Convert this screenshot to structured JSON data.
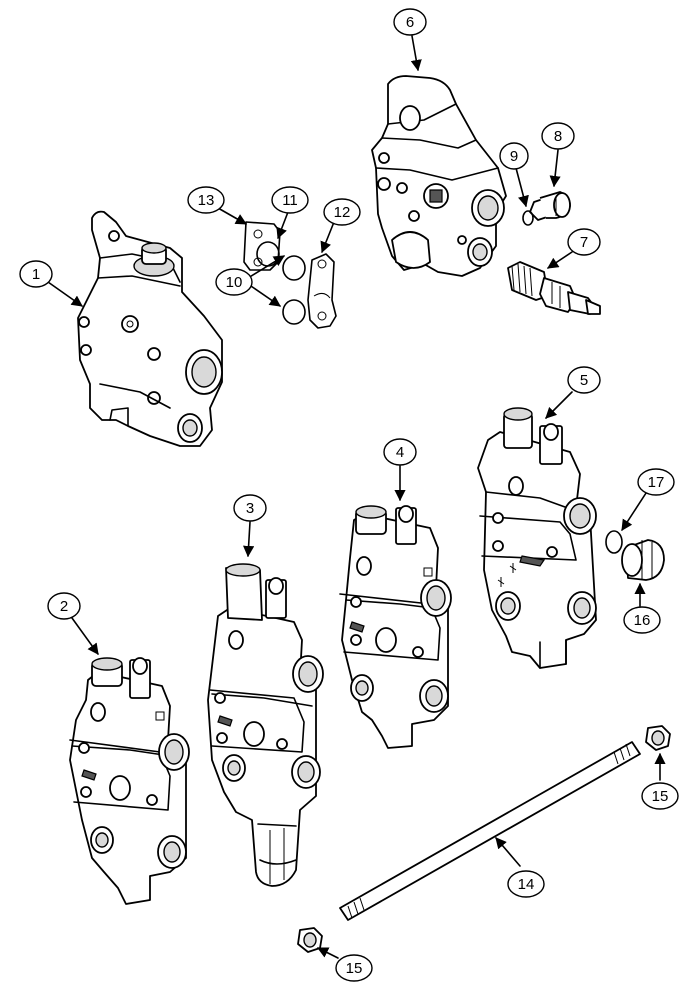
{
  "callouts": [
    {
      "id": "c1",
      "label": "1"
    },
    {
      "id": "c2",
      "label": "2"
    },
    {
      "id": "c3",
      "label": "3"
    },
    {
      "id": "c4",
      "label": "4"
    },
    {
      "id": "c5",
      "label": "5"
    },
    {
      "id": "c6",
      "label": "6"
    },
    {
      "id": "c7",
      "label": "7"
    },
    {
      "id": "c8",
      "label": "8"
    },
    {
      "id": "c9",
      "label": "9"
    },
    {
      "id": "c10",
      "label": "10"
    },
    {
      "id": "c11",
      "label": "11"
    },
    {
      "id": "c12",
      "label": "12"
    },
    {
      "id": "c13",
      "label": "13"
    },
    {
      "id": "c14",
      "label": "14"
    },
    {
      "id": "c15a",
      "label": "15"
    },
    {
      "id": "c15b",
      "label": "15"
    },
    {
      "id": "c16",
      "label": "16"
    },
    {
      "id": "c17",
      "label": "17"
    }
  ],
  "colors": {
    "line": "#000000",
    "background": "#ffffff",
    "shading": "#d9d9d9"
  }
}
